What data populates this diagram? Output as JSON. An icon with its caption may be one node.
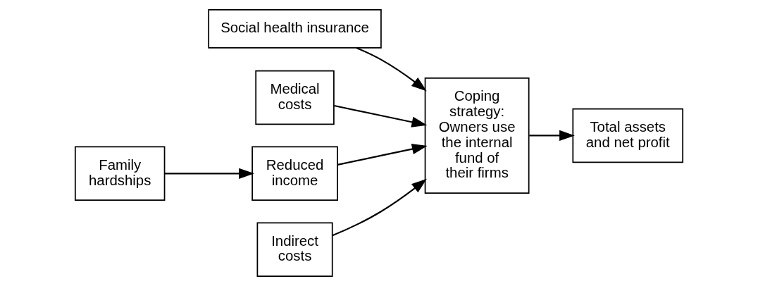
{
  "diagram": {
    "nodes": [
      {
        "text": [
          "Social health insurance"
        ]
      },
      {
        "text": [
          "Family hardships"
        ]
      },
      {
        "text": [
          "Medical costs"
        ]
      },
      {
        "text": [
          "Reduced income"
        ]
      },
      {
        "text": [
          "Indirect costs"
        ]
      },
      {
        "text": [
          "Coping strategy: Owners use the internal fund of their firms"
        ]
      },
      {
        "text": [
          "Total assets and net profit"
        ]
      }
    ],
    "edges": [
      {
        "from": 0,
        "to": 5,
        "arrow": "to"
      },
      {
        "from": 1,
        "to": 3,
        "arrow": "to"
      },
      {
        "from": 2,
        "to": 5,
        "arrow": "to"
      },
      {
        "from": 3,
        "to": 5,
        "arrow": "to"
      },
      {
        "from": 4,
        "to": 5,
        "arrow": "to"
      },
      {
        "from": 5,
        "to": 6,
        "arrow": "to"
      }
    ]
  }
}
